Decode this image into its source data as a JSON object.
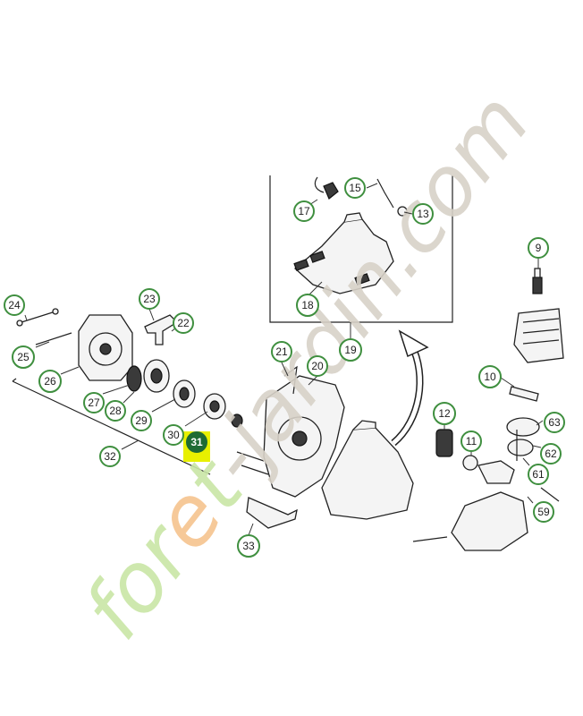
{
  "callouts": [
    {
      "label": "9"
    },
    {
      "label": "10"
    },
    {
      "label": "11"
    },
    {
      "label": "12"
    },
    {
      "label": "13"
    },
    {
      "label": "15"
    },
    {
      "label": "17"
    },
    {
      "label": "18"
    },
    {
      "label": "19"
    },
    {
      "label": "20"
    },
    {
      "label": "21"
    },
    {
      "label": "22"
    },
    {
      "label": "23"
    },
    {
      "label": "24"
    },
    {
      "label": "25"
    },
    {
      "label": "26"
    },
    {
      "label": "27"
    },
    {
      "label": "28"
    },
    {
      "label": "29"
    },
    {
      "label": "30"
    },
    {
      "label": "31"
    },
    {
      "label": "32"
    },
    {
      "label": "33"
    },
    {
      "label": "59"
    },
    {
      "label": "61"
    },
    {
      "label": "62"
    },
    {
      "label": "63"
    }
  ],
  "highlighted_part": "31",
  "colors": {
    "callout_border": "#3f8f3f",
    "highlight_box": "#e8f000",
    "highlight_circle": "#1e6b34",
    "watermark_green": "#c9e6a6",
    "watermark_orange": "#f6c48e",
    "watermark_gray": "#d8d2c8"
  },
  "watermark": {
    "part1": "for",
    "part2": "e",
    "part3": "t",
    "part4": "-",
    "part5": "jardin",
    "part6": ".com"
  }
}
